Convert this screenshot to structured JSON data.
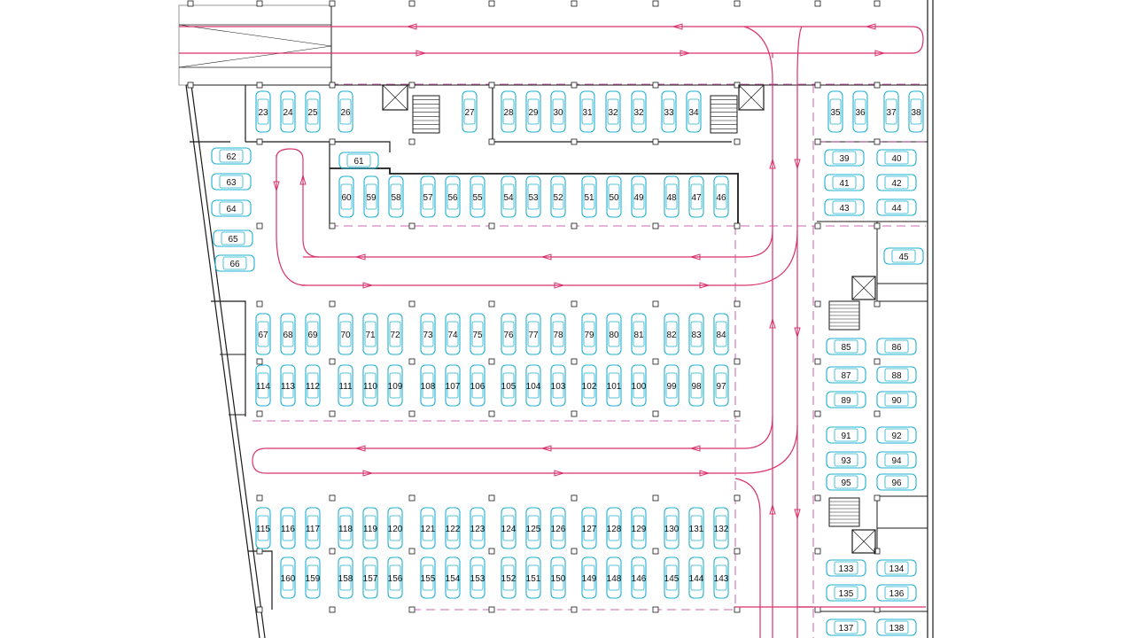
{
  "colors": {
    "wall": "#1a1a1a",
    "route": "#d9326e",
    "car": "#1fb0d0",
    "dash": "#c0389a",
    "background": "#ffffff"
  },
  "stalls": [
    {
      "id": "23"
    },
    {
      "id": "24"
    },
    {
      "id": "25"
    },
    {
      "id": "26"
    },
    {
      "id": "27"
    },
    {
      "id": "28"
    },
    {
      "id": "29"
    },
    {
      "id": "30"
    },
    {
      "id": "31"
    },
    {
      "id": "32"
    },
    {
      "id": "32"
    },
    {
      "id": "33"
    },
    {
      "id": "34"
    },
    {
      "id": "35"
    },
    {
      "id": "36"
    },
    {
      "id": "37"
    },
    {
      "id": "38"
    },
    {
      "id": "60"
    },
    {
      "id": "59"
    },
    {
      "id": "58"
    },
    {
      "id": "57"
    },
    {
      "id": "56"
    },
    {
      "id": "55"
    },
    {
      "id": "54"
    },
    {
      "id": "53"
    },
    {
      "id": "52"
    },
    {
      "id": "51"
    },
    {
      "id": "50"
    },
    {
      "id": "49"
    },
    {
      "id": "48"
    },
    {
      "id": "47"
    },
    {
      "id": "46"
    },
    {
      "id": "67"
    },
    {
      "id": "68"
    },
    {
      "id": "69"
    },
    {
      "id": "70"
    },
    {
      "id": "71"
    },
    {
      "id": "72"
    },
    {
      "id": "73"
    },
    {
      "id": "74"
    },
    {
      "id": "75"
    },
    {
      "id": "76"
    },
    {
      "id": "77"
    },
    {
      "id": "78"
    },
    {
      "id": "79"
    },
    {
      "id": "80"
    },
    {
      "id": "81"
    },
    {
      "id": "82"
    },
    {
      "id": "83"
    },
    {
      "id": "84"
    },
    {
      "id": "114"
    },
    {
      "id": "113"
    },
    {
      "id": "112"
    },
    {
      "id": "111"
    },
    {
      "id": "110"
    },
    {
      "id": "109"
    },
    {
      "id": "108"
    },
    {
      "id": "107"
    },
    {
      "id": "106"
    },
    {
      "id": "105"
    },
    {
      "id": "104"
    },
    {
      "id": "103"
    },
    {
      "id": "102"
    },
    {
      "id": "101"
    },
    {
      "id": "100"
    },
    {
      "id": "99"
    },
    {
      "id": "98"
    },
    {
      "id": "97"
    },
    {
      "id": "115"
    },
    {
      "id": "116"
    },
    {
      "id": "117"
    },
    {
      "id": "118"
    },
    {
      "id": "119"
    },
    {
      "id": "120"
    },
    {
      "id": "121"
    },
    {
      "id": "122"
    },
    {
      "id": "123"
    },
    {
      "id": "124"
    },
    {
      "id": "125"
    },
    {
      "id": "126"
    },
    {
      "id": "127"
    },
    {
      "id": "128"
    },
    {
      "id": "129"
    },
    {
      "id": "130"
    },
    {
      "id": "131"
    },
    {
      "id": "132"
    },
    {
      "id": "160"
    },
    {
      "id": "159"
    },
    {
      "id": "158"
    },
    {
      "id": "157"
    },
    {
      "id": "156"
    },
    {
      "id": "155"
    },
    {
      "id": "154"
    },
    {
      "id": "153"
    },
    {
      "id": "152"
    },
    {
      "id": "151"
    },
    {
      "id": "150"
    },
    {
      "id": "149"
    },
    {
      "id": "148"
    },
    {
      "id": "146"
    },
    {
      "id": "145"
    },
    {
      "id": "144"
    },
    {
      "id": "143"
    },
    {
      "id": "61"
    },
    {
      "id": "62"
    },
    {
      "id": "63"
    },
    {
      "id": "64"
    },
    {
      "id": "65"
    },
    {
      "id": "66"
    },
    {
      "id": "39"
    },
    {
      "id": "40"
    },
    {
      "id": "41"
    },
    {
      "id": "42"
    },
    {
      "id": "43"
    },
    {
      "id": "44"
    },
    {
      "id": "45"
    },
    {
      "id": "85"
    },
    {
      "id": "86"
    },
    {
      "id": "87"
    },
    {
      "id": "88"
    },
    {
      "id": "89"
    },
    {
      "id": "90"
    },
    {
      "id": "91"
    },
    {
      "id": "92"
    },
    {
      "id": "93"
    },
    {
      "id": "94"
    },
    {
      "id": "95"
    },
    {
      "id": "96"
    },
    {
      "id": "133"
    },
    {
      "id": "134"
    },
    {
      "id": "135"
    },
    {
      "id": "136"
    },
    {
      "id": "137"
    },
    {
      "id": "138"
    }
  ]
}
